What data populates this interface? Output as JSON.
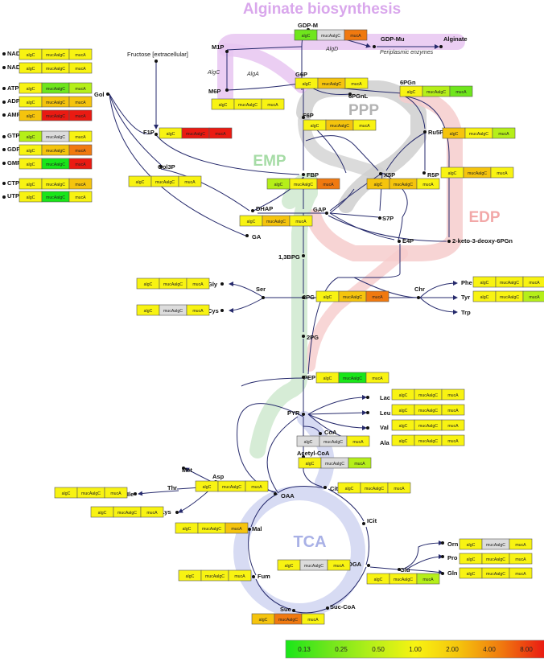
{
  "title": "Alginate biosynthesis",
  "regions": {
    "emp": "EMP",
    "ppp": "PPP",
    "edp": "EDP",
    "tca": "TCA"
  },
  "colors": {
    "c013": "#19e619",
    "c025": "#6fe61c",
    "c050": "#b5ef19",
    "c100": "#f8f312",
    "c200": "#f5c40d",
    "c400": "#f0790f",
    "c800": "#ea1a12",
    "none": "#dcdcdc",
    "line": "#262a6c",
    "alginate_band": "#e7c5f1",
    "emp_band": "#cfe9cf",
    "ppp_band": "#cfcfcf",
    "edp_band": "#f6cccc",
    "tca_band": "#cdd2f0"
  },
  "strain_labels": [
    "algC",
    "mucAalgC",
    "mucA"
  ],
  "legend": {
    "values": [
      "0.13",
      "0.25",
      "0.50",
      "1.00",
      "2.00",
      "4.00",
      "8.00"
    ]
  },
  "nucleotides": [
    "NAD",
    "NADP",
    "ATP",
    "ADP",
    "AMP",
    "GTP",
    "GDP",
    "GMP",
    "CTP",
    "UTP"
  ],
  "metabolites": {
    "gdpm": "GDP-M",
    "gdpmu": "GDP-Mu",
    "alginate": "Alginate",
    "m1p": "M1P",
    "m6p": "M6P",
    "fru_ext": "Fructose [extracellular]",
    "g6p": "G6P",
    "pgn6": "6PGn",
    "pgnl6": "6PGnL",
    "gol": "Gol",
    "f1p": "F1P",
    "f6p": "F6P",
    "ru5p": "Ru5P",
    "gol3p": "Gol3P",
    "fbp": "FBP",
    "x5p": "X5P",
    "r5p": "R5P",
    "dhap": "DHAP",
    "gap": "GAP",
    "s7p": "S7P",
    "ga": "GA",
    "e4p": "E4P",
    "kdpg": "2-keto-3-deoxy-6PGn",
    "bpg13": "1,3BPG",
    "ser": "Ser",
    "gly": "Gly",
    "cys": "Cys",
    "pg3": "3PG",
    "chr": "Chr",
    "phe": "Phe",
    "tyr": "Tyr",
    "trp": "Trp",
    "pg2": "2PG",
    "pep": "PEP",
    "lac": "Lac",
    "leu": "Leu",
    "val": "Val",
    "pyr": "PYR",
    "ala": "Ala",
    "coa": "CoA",
    "acetylcoa": "Acetyl-CoA",
    "met": "Met",
    "asp": "Asp",
    "thr": "Thr",
    "ile": "Ile",
    "lys": "Lys",
    "oaa": "OAA",
    "cit": "Cit",
    "icit": "ICit",
    "mal": "Mal",
    "oga": "OGA",
    "glu": "Glu",
    "orn": "Orn",
    "pro": "Pro",
    "gln": "Gln",
    "fum": "Fum",
    "suc": "Suc",
    "succoa": "Suc-CoA"
  },
  "enzymes": {
    "algc": "AlgC",
    "alga": "AlgA",
    "algd": "AlgD",
    "periplasmic": "Periplasmic enzymes"
  }
}
